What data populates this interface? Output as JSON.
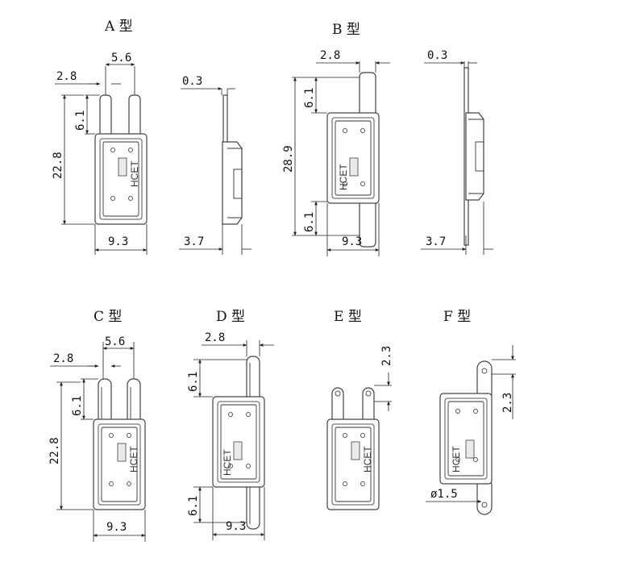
{
  "types": {
    "A": {
      "title": "A 型",
      "dims": {
        "top_width": "5.6",
        "gap": "2.8",
        "terminal_len": "6.1",
        "height": "22.8",
        "width": "9.3",
        "thickness": "0.3",
        "depth": "3.7"
      }
    },
    "B": {
      "title": "B 型",
      "dims": {
        "gap": "2.8",
        "terminal_len_top": "6.1",
        "height": "28.9",
        "terminal_len_bottom": "6.1",
        "width": "9.3",
        "thickness": "0.3",
        "depth": "3.7"
      }
    },
    "C": {
      "title": "C 型",
      "dims": {
        "top_width": "5.6",
        "gap": "2.8",
        "terminal_len": "6.1",
        "height": "22.8",
        "width": "9.3"
      }
    },
    "D": {
      "title": "D 型",
      "dims": {
        "gap": "2.8",
        "terminal_len_top": "6.1",
        "terminal_len_bottom": "6.1",
        "width": "9.3"
      }
    },
    "E": {
      "title": "E 型",
      "dims": {
        "hole_offset": "2.3"
      }
    },
    "F": {
      "title": "F 型",
      "dims": {
        "hole_offset": "2.3",
        "hole_dia": "ø1.5"
      }
    }
  },
  "brand_label": "HCET"
}
